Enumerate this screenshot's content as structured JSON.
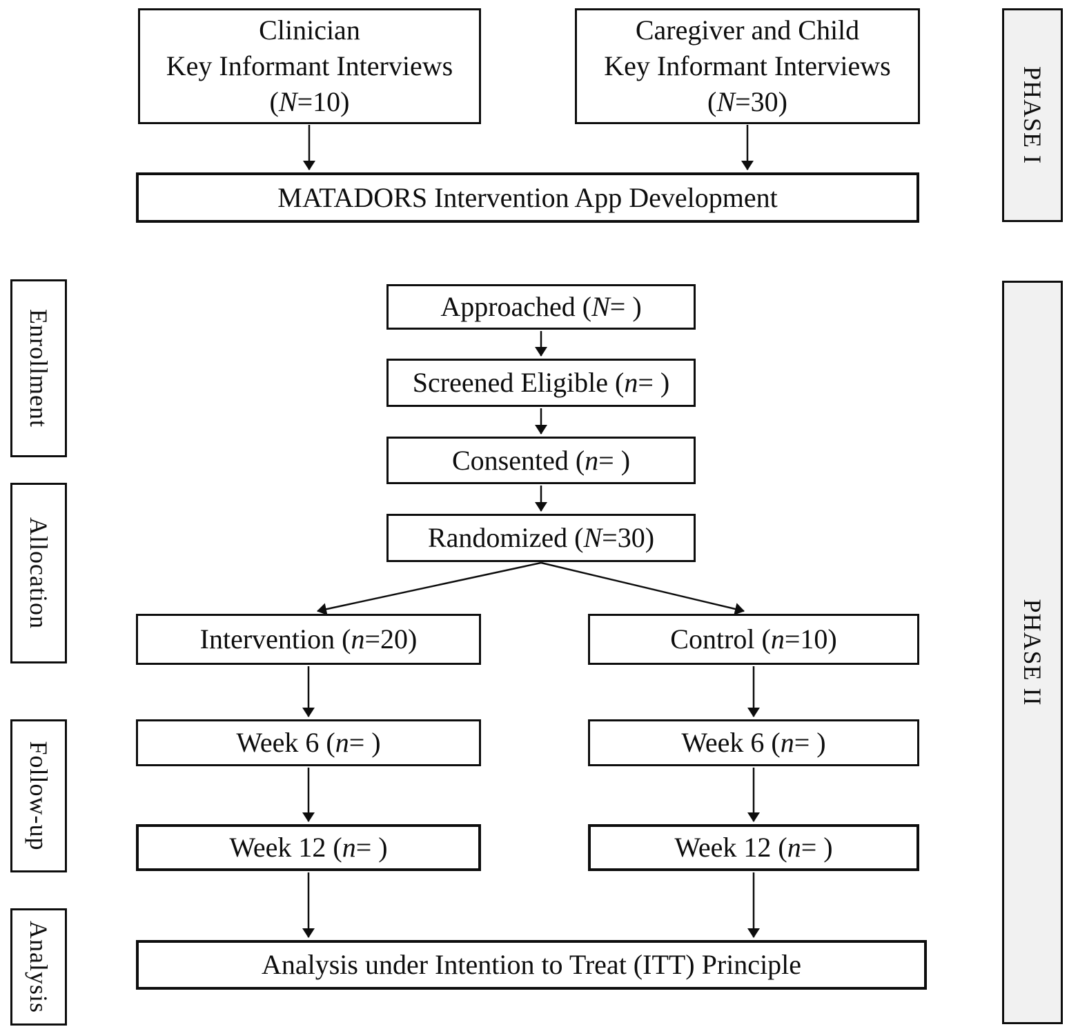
{
  "diagram": {
    "phase_labels": {
      "phase1": "PHASE I",
      "phase2": "PHASE II"
    },
    "stage_labels": {
      "enrollment": "Enrollment",
      "allocation": "Allocation",
      "followup": "Follow-up",
      "analysis": "Analysis"
    },
    "nodes": {
      "clinician": {
        "line1": "Clinician",
        "line2": "Key Informant Interviews",
        "pre": "(",
        "var": "N",
        "post": "=10)"
      },
      "caregiver": {
        "line1": "Caregiver and Child",
        "line2": "Key Informant Interviews",
        "pre": "(",
        "var": "N",
        "post": "=30)"
      },
      "matadors": {
        "label": "MATADORS Intervention App Development"
      },
      "approached": {
        "pre": "Approached (",
        "var": "N",
        "post": "= )"
      },
      "screened": {
        "pre": "Screened Eligible (",
        "var": "n",
        "post": "= )"
      },
      "consented": {
        "pre": "Consented (",
        "var": "n",
        "post": "= )"
      },
      "randomized": {
        "pre": "Randomized (",
        "var": "N",
        "post": "=30)"
      },
      "intervention": {
        "pre": "Intervention (",
        "var": "n",
        "post": "=20)"
      },
      "control": {
        "pre": "Control (",
        "var": "n",
        "post": "=10)"
      },
      "week6_intervention": {
        "pre": "Week 6 (",
        "var": "n",
        "post": "= )"
      },
      "week6_control": {
        "pre": "Week 6 (",
        "var": "n",
        "post": "= )"
      },
      "week12_intervention": {
        "pre": "Week 12 (",
        "var": "n",
        "post": "= )"
      },
      "week12_control": {
        "pre": "Week 12 (",
        "var": "n",
        "post": "= )"
      },
      "itt_analysis": {
        "label": "Analysis under Intention to Treat (ITT) Principle"
      }
    },
    "colors": {
      "border": "#0d0d0d",
      "box_background": "#ffffff",
      "phase_band_background": "#f1f1f1",
      "page_background": "#ffffff"
    }
  }
}
